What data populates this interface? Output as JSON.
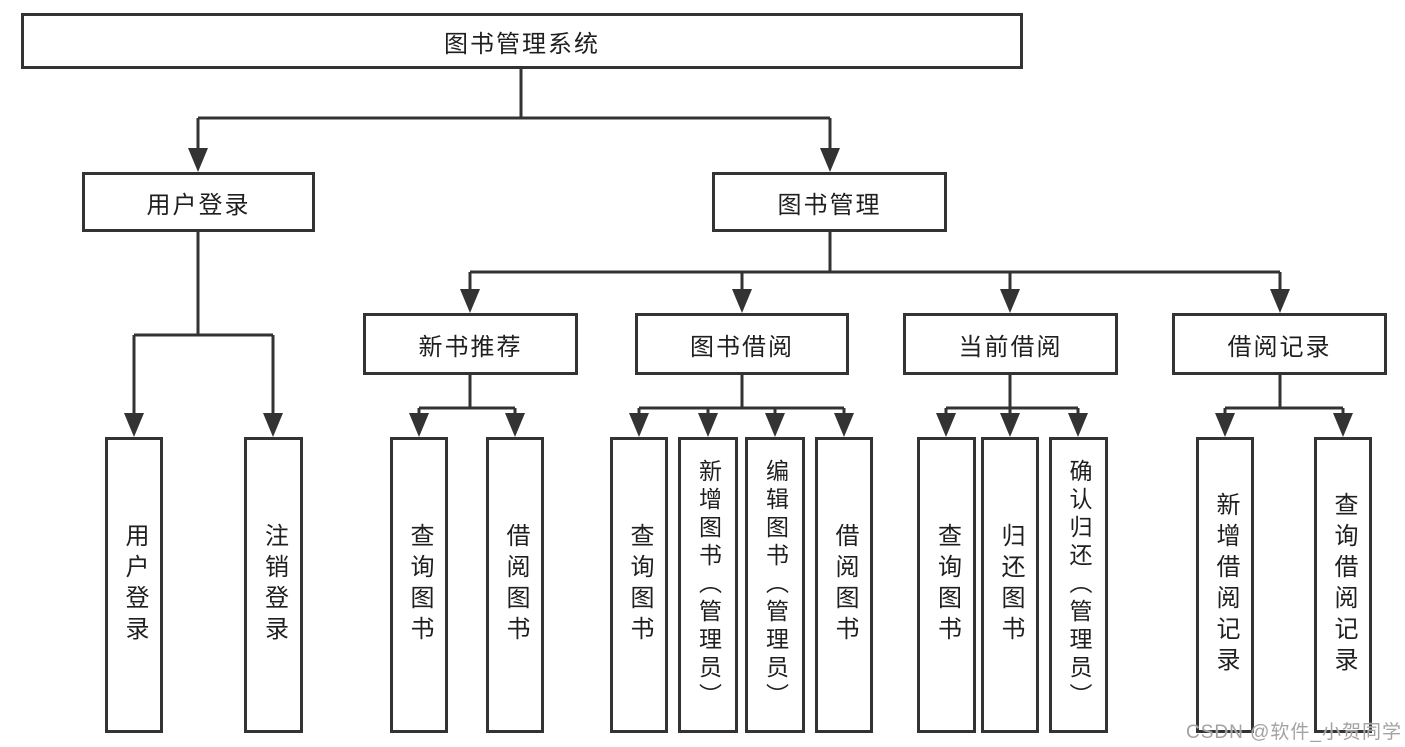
{
  "watermark": "CSDN @软件_小贺同学",
  "colors": {
    "line": "#333333",
    "box_border": "#333333",
    "box_fill": "#ffffff",
    "text": "#1f1f1f",
    "watermark": "#a3a3a3"
  },
  "tree": {
    "root": "图书管理系统",
    "branches": [
      {
        "label": "用户登录",
        "leaves": [
          "用户登录",
          "注销登录"
        ]
      },
      {
        "label": "图书管理",
        "groups": [
          {
            "label": "新书推荐",
            "leaves": [
              "查询图书",
              "借阅图书"
            ]
          },
          {
            "label": "图书借阅",
            "leaves": [
              "查询图书",
              "新增图书（管理员）",
              "编辑图书（管理员）",
              "借阅图书"
            ]
          },
          {
            "label": "当前借阅",
            "leaves": [
              "查询图书",
              "归还图书",
              "确认归还（管理员）"
            ]
          },
          {
            "label": "借阅记录",
            "leaves": [
              "新增借阅记录",
              "查询借阅记录"
            ]
          }
        ]
      }
    ]
  }
}
